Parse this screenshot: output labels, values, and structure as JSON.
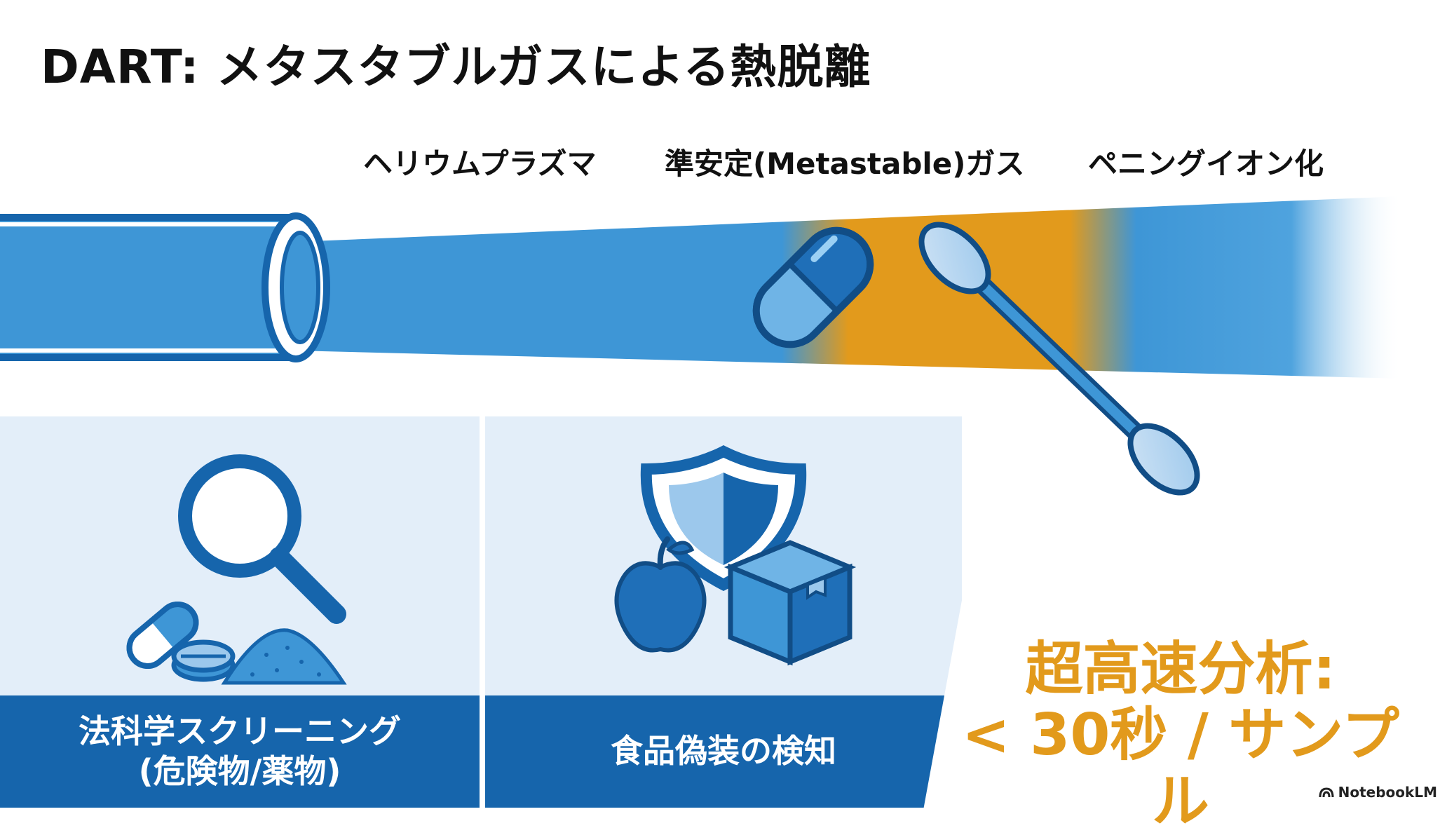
{
  "title": "DART: メタスタブルガスによる熱脱離",
  "stages": [
    {
      "label": "ヘリウムプラズマ"
    },
    {
      "label": "準安定(Metastable)ガス"
    },
    {
      "label": "ペニングイオン化"
    }
  ],
  "panels": [
    {
      "line1": "法科学スクリーニング",
      "line2": "(危険物/薬物)"
    },
    {
      "line1": "食品偽装の検知",
      "line2": ""
    }
  ],
  "stat": {
    "line1": "超高速分析:",
    "line2": "< 30秒 / サンプル"
  },
  "watermark": "NotebookLM",
  "colors": {
    "blue_dark": "#1665ac",
    "blue_beam": "#3e96d6",
    "orange": "#e29a1c",
    "panel_bg": "#e3eef9"
  },
  "icons": [
    "tube-icon",
    "capsule-icon",
    "swab-icon",
    "magnifier-icon",
    "pill-icon",
    "tablet-icon",
    "powder-icon",
    "shield-icon",
    "apple-icon",
    "box-icon"
  ]
}
